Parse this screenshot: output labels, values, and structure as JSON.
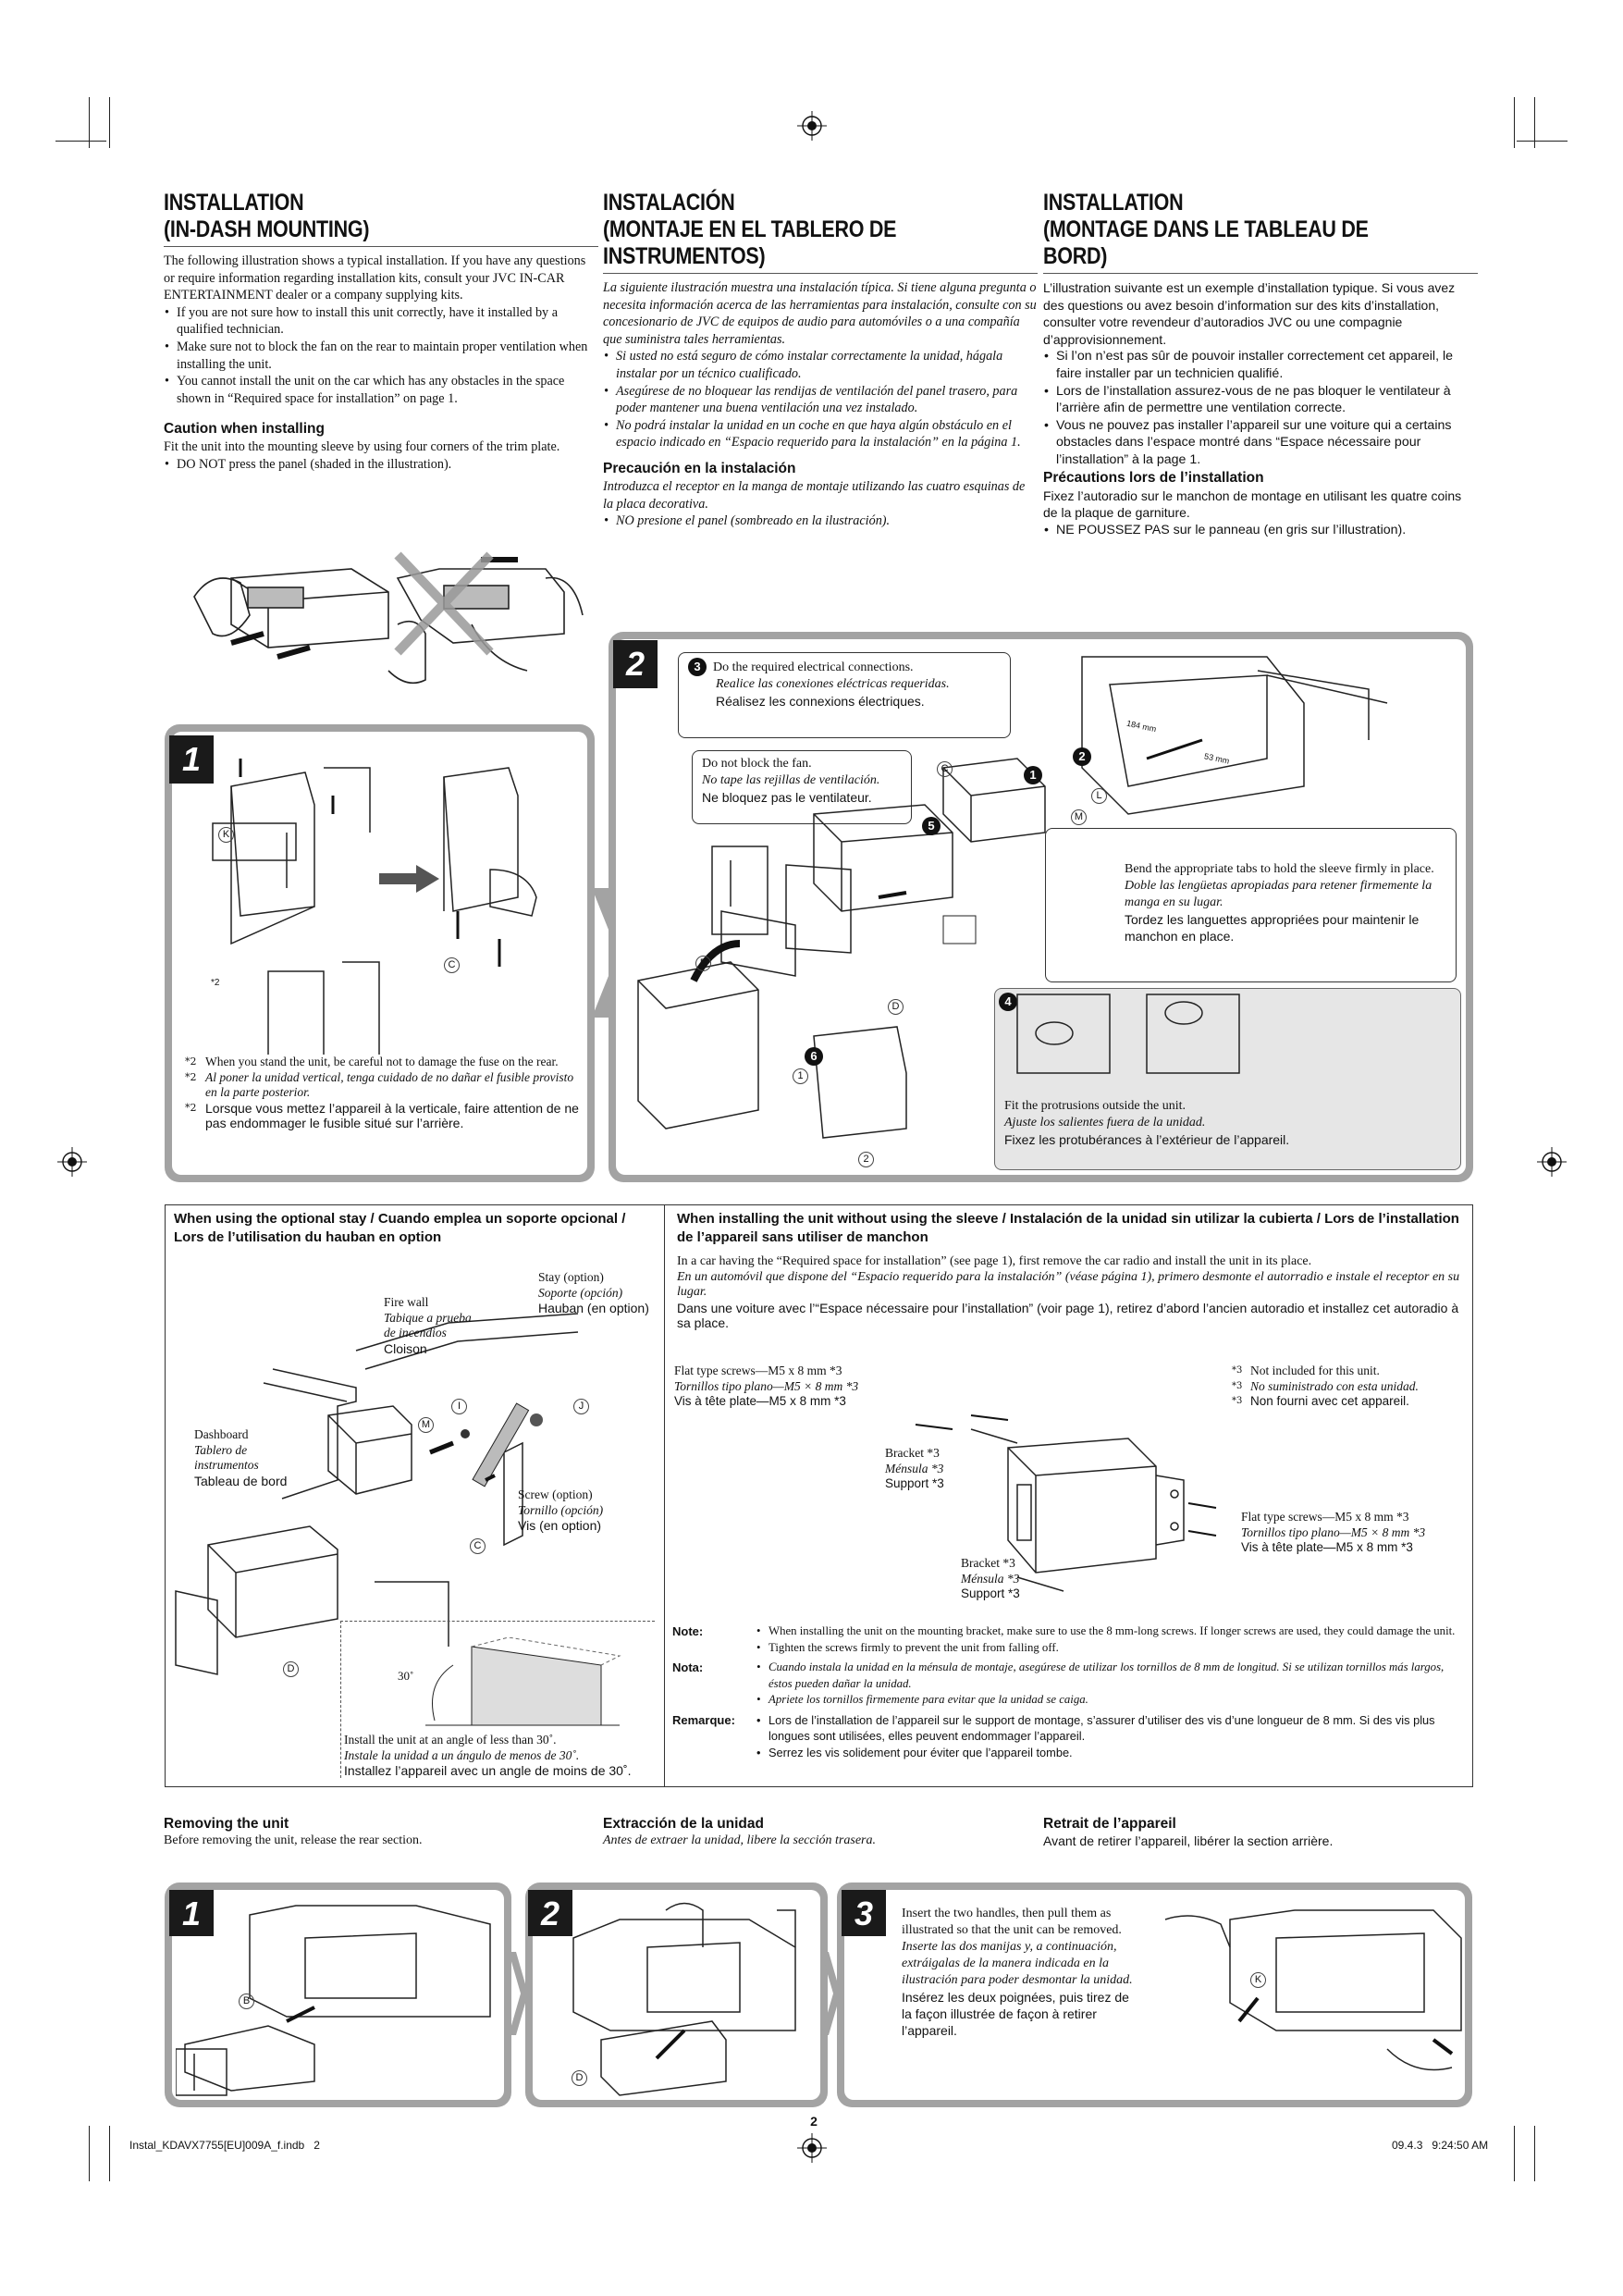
{
  "columns": {
    "en": {
      "title1": "INSTALLATION",
      "title2": "(IN-DASH MOUNTING)",
      "intro": "The following illustration shows a typical installation. If you have any questions or require information regarding installation kits, consult your JVC IN-CAR ENTERTAINMENT dealer or a company supplying kits.",
      "bullets": [
        "If you are not sure how to install this unit correctly, have it installed by a qualified technician.",
        "Make sure not to block the fan on the rear to maintain proper ventilation when installing the unit.",
        "You cannot install the unit on the car which has any obstacles in the space shown in “Required space for installation” on page 1."
      ],
      "caution_title": "Caution when installing",
      "caution_text": "Fit the unit into the mounting sleeve by using four corners of the trim plate.",
      "caution_bullet": "DO NOT press the panel (shaded in the illustration)."
    },
    "es": {
      "title1": "INSTALACIÓN",
      "title2": "(MONTAJE EN EL TABLERO DE INSTRUMENTOS)",
      "intro": "La siguiente ilustración muestra una instalación típica. Si tiene alguna pregunta o necesita información acerca de las herramientas para instalación, consulte con su concesionario de JVC de equipos de audio para automóviles o a una compañía que suministra tales herramientas.",
      "bullets": [
        "Si usted no está seguro de cómo instalar correctamente la unidad, hágala instalar por un técnico cualificado.",
        "Asegúrese de no bloquear las rendijas de ventilación del panel trasero, para poder mantener una buena ventilación una vez instalado.",
        "No podrá instalar la unidad en un coche en que haya algún obstáculo en el espacio indicado en “Espacio requerido para la instalación” en la página 1."
      ],
      "caution_title": "Precaución en la instalación",
      "caution_text": "Introduzca el receptor en la manga de montaje utilizando las cuatro esquinas de la placa decorativa.",
      "caution_bullet": "NO presione el panel (sombreado en la ilustración)."
    },
    "fr": {
      "title1": "INSTALLATION",
      "title2": "(MONTAGE DANS LE TABLEAU DE BORD)",
      "intro": "L’illustration suivante est un exemple d’installation typique. Si vous avez des questions ou avez besoin d’information sur des kits d’installation, consulter votre revendeur d’autoradios JVC ou une compagnie d’approvisionnement.",
      "bullets": [
        "Si l’on n’est pas sûr de pouvoir installer correctement cet appareil, le faire installer par un technicien qualifié.",
        "Lors de l’installation assurez-vous de ne pas bloquer le ventilateur à l’arrière afin de permettre une ventilation correcte.",
        "Vous ne pouvez pas installer l’appareil sur une voiture qui a certains obstacles dans l’espace montré dans “Espace nécessaire pour l’installation” à la page 1."
      ],
      "caution_title": "Précautions lors de l’installation",
      "caution_text": "Fixez l’autoradio sur le manchon de montage en utilisant les quatre coins de la plaque de garniture.",
      "caution_bullet": "NE POUSSEZ PAS sur le panneau (en gris sur l’illustration)."
    }
  },
  "step1": {
    "num": "1",
    "labels": {
      "k": "K",
      "c": "C",
      "fn2": "*2"
    },
    "footnotes": [
      {
        "mark": "*2",
        "text": "When you stand the unit, be careful not to damage the fuse on the rear."
      },
      {
        "mark": "*2",
        "text": "Al poner la unidad vertical, tenga cuidado de no dañar el fusible provisto en la parte posterior."
      },
      {
        "mark": "*2",
        "text": "Lorsque vous mettez l’appareil à la verticale, faire attention de ne pas endommager le fusible situé sur l’arrière."
      }
    ]
  },
  "step2": {
    "num": "2",
    "c3": {
      "num": "3",
      "en": "Do the required electrical connections.",
      "es": "Realice las conexiones eléctricas requeridas.",
      "fr": "Réalisez les connexions électriques."
    },
    "fan": {
      "en": "Do not block the fan.",
      "es": "No tape las rejillas de ventilación.",
      "fr": "Ne bloquez pas le ventilateur."
    },
    "tabs": {
      "en": "Bend the appropriate tabs to hold the sleeve firmly in place.",
      "es": "Doble las lengüetas apropiadas para retener firmemente la manga en su lugar.",
      "fr": "Tordez les languettes appropriées pour maintenir le manchon en place."
    },
    "c4": {
      "num": "4",
      "en": "Fit the protrusions outside the unit.",
      "es": "Ajuste los salientes fuera de la unidad.",
      "fr": "Fixez les protubérances à l’extérieur de l’appareil."
    },
    "labels": {
      "c": "C",
      "l": "L",
      "m": "M",
      "b": "B",
      "d": "D",
      "n1": "1",
      "n2": "2",
      "n5": "5",
      "n6": "6",
      "s1": "1",
      "s2": "2",
      "dim1": "184 mm",
      "dim2": "53 mm"
    }
  },
  "stay": {
    "title": "When using the optional stay / Cuando emplea un soporte opcional / Lors de l’utilisation du hauban en option",
    "stay_en": "Stay (option)",
    "stay_es": "Soporte (opción)",
    "stay_fr": "Hauban (en option)",
    "fire_en": "Fire wall",
    "fire_es": "Tabique a prueba de incendios",
    "fire_fr": "Cloison",
    "dash_en": "Dashboard",
    "dash_es": "Tablero de instrumentos",
    "dash_fr": "Tableau de bord",
    "screw_en": "Screw (option)",
    "screw_es": "Tornillo (opción)",
    "screw_fr": "Vis (en option)",
    "labels": {
      "i": "I",
      "j": "J",
      "m": "M",
      "c": "C",
      "d": "D"
    },
    "angle": "30˚",
    "angle_en": "Install the unit at an angle of less than 30˚.",
    "angle_es": "Instale la unidad a un ángulo de menos de 30˚.",
    "angle_fr": "Installez l’appareil avec un angle de moins de 30˚."
  },
  "nosleeve": {
    "title": "When installing the unit without using the sleeve / Instalación de la unidad sin utilizar la cubierta / Lors de l’installation de l’appareil sans utiliser de manchon",
    "en": "In a car having the “Required space for installation” (see page 1), first remove the car radio and install the unit in its place.",
    "es": "En un automóvil que dispone del “Espacio requerido para la instalación” (véase página 1), primero desmonte el autorradio e instale el receptor en su lugar.",
    "fr": "Dans une voiture avec l’“Espace nécessaire pour l’installation” (voir page 1), retirez d’abord l’ancien autoradio et installez cet autoradio à sa place.",
    "flat1_en": "Flat type screws—M5 x 8 mm *3",
    "flat1_es": "Tornillos tipo plano—M5 × 8 mm *3",
    "flat1_fr": "Vis à tête plate—M5 x 8 mm *3",
    "fn3_en": "Not included for this unit.",
    "fn3_es": "No suministrado con esta unidad.",
    "fn3_fr": "Non fourni avec cet appareil.",
    "fn3_mark": "*3",
    "bracket_en": "Bracket *3",
    "bracket_es": "Ménsula *3",
    "bracket_fr": "Support *3",
    "flat2_en": "Flat type screws—M5 x 8 mm *3",
    "flat2_es": "Tornillos tipo plano—M5 × 8 mm *3",
    "flat2_fr": "Vis à tête plate—M5 x 8 mm *3"
  },
  "notes": [
    {
      "key": "Note:",
      "items": [
        "When installing the unit on the mounting bracket, make sure to use the 8 mm-long screws. If longer screws are used, they could damage the unit.",
        "Tighten the screws firmly to prevent the unit from falling off."
      ]
    },
    {
      "key": "Nota:",
      "items": [
        "Cuando instala la unidad en la ménsula de montaje, asegúrese de utilizar los tornillos de 8 mm de longitud. Si se utilizan tornillos más largos, éstos pueden dañar la unidad.",
        "Apriete los tornillos firmemente para evitar que la unidad se caiga."
      ]
    },
    {
      "key": "Remarque:",
      "items": [
        "Lors de l’installation de l’appareil sur le support de montage, s’assurer d’utiliser des vis d’une longueur de 8 mm. Si des vis plus longues sont utilisées, elles peuvent endommager l’appareil.",
        "Serrez les vis solidement pour éviter que l’appareil tombe."
      ]
    }
  ],
  "removing": {
    "en_title": "Removing the unit",
    "en_text": "Before removing the unit, release the rear section.",
    "es_title": "Extracción de la unidad",
    "es_text": "Antes de extraer la unidad, libere la sección trasera.",
    "fr_title": "Retrait de l’appareil",
    "fr_text": "Avant de retirer l’appareil, libérer la section arrière.",
    "s1": "1",
    "s2": "2",
    "s3": "3",
    "s3_en": "Insert the two handles, then pull them as illustrated so that the unit can be removed.",
    "s3_es": "Inserte las dos manijas y, a continuación, extráigalas de la manera indicada en la ilustración para poder desmontar la unidad.",
    "s3_fr": "Insérez les deux poignées, puis tirez de la façon illustrée de façon à retirer l’appareil.",
    "labels": {
      "b": "B",
      "d": "D",
      "k": "K"
    }
  },
  "footer": {
    "page": "2",
    "file": "Instal_KDAVX7755[EU]009A_f.indb   2",
    "stamp": "09.4.3   9:24:50 AM"
  }
}
